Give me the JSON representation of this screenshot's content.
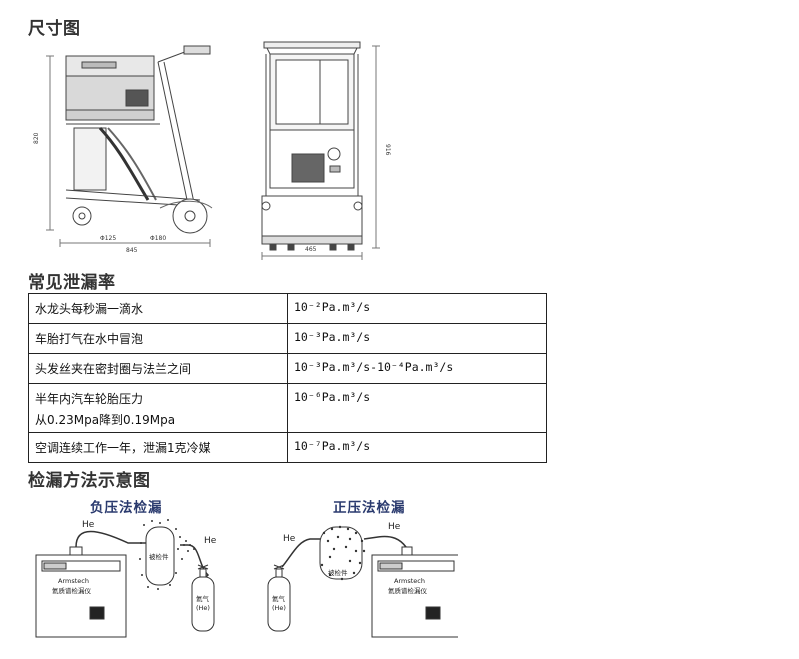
{
  "sections": {
    "dimensions_title": "尺寸图",
    "leak_rates_title": "常见泄漏率",
    "methods_title": "检漏方法示意图"
  },
  "dimension_drawing": {
    "side_view": {
      "height_label": "820",
      "width_label": "845",
      "wheel_small": "Φ125",
      "wheel_large": "Φ180"
    },
    "front_view": {
      "height_label": "916",
      "width_label": "465"
    }
  },
  "leak_table": {
    "rows": [
      {
        "desc": "水龙头每秒漏一滴水",
        "desc2": "",
        "rate": "10⁻²Pa.m³/s"
      },
      {
        "desc": "车胎打气在水中冒泡",
        "desc2": "",
        "rate": "10⁻³Pa.m³/s"
      },
      {
        "desc": "头发丝夹在密封圈与法兰之间",
        "desc2": "",
        "rate": "10⁻³Pa.m³/s-10⁻⁴Pa.m³/s"
      },
      {
        "desc": "半年内汽车轮胎压力",
        "desc2": "从0.23Mpa降到0.19Mpa",
        "rate": "10⁻⁶Pa.m³/s"
      },
      {
        "desc": "空调连续工作一年，泄漏1克冷媒",
        "desc2": "",
        "rate": "10⁻⁷Pa.m³/s"
      }
    ]
  },
  "methods": {
    "negative": {
      "title": "负压法检漏",
      "he_label_1": "He",
      "he_label_2": "He",
      "part_label": "被检件",
      "brand": "Armstech",
      "device_name": "氦质谱检漏仪",
      "cylinder_line1": "氦气",
      "cylinder_line2": "(He)"
    },
    "positive": {
      "title": "正压法检漏",
      "he_label_1": "He",
      "he_label_2": "He",
      "part_label": "被检件",
      "brand": "Armstech",
      "device_name": "氦质谱检漏仪",
      "cylinder_line1": "氦气",
      "cylinder_line2": "(He)"
    }
  },
  "colors": {
    "title_gray": "#333333",
    "diagram_blue": "#2a3a6e",
    "line": "#222222"
  }
}
